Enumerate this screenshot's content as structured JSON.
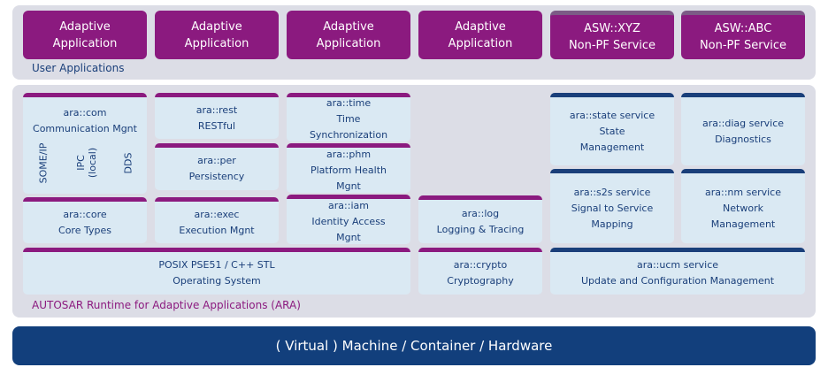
{
  "colors": {
    "purple": "#8b1a7f",
    "purple_tint": "#7c5b86",
    "navy": "#1a3f7a",
    "panel_bg": "#dcdde6",
    "box_bg": "#dae9f3",
    "machine_bg": "#123f7c"
  },
  "user_apps": {
    "label": "User Applications",
    "apps": [
      {
        "line1": "Adaptive",
        "line2": "Application"
      },
      {
        "line1": "Adaptive",
        "line2": "Application"
      },
      {
        "line1": "Adaptive",
        "line2": "Application"
      },
      {
        "line1": "Adaptive",
        "line2": "Application"
      },
      {
        "line1": "ASW::XYZ",
        "line2": "Non-PF Service"
      },
      {
        "line1": "ASW::ABC",
        "line2": "Non-PF Service"
      }
    ]
  },
  "ara": {
    "label": "AUTOSAR Runtime for Adaptive Applications (ARA)",
    "com": {
      "line1": "ara::com",
      "line2": "Communication Mgnt",
      "subs": [
        {
          "line1": "SOME/IP",
          "line2": ""
        },
        {
          "line1": "IPC",
          "line2": "(local)"
        },
        {
          "line1": "DDS",
          "line2": ""
        }
      ]
    },
    "core": {
      "line1": "ara::core",
      "line2": "Core Types"
    },
    "rest": {
      "line1": "ara::rest",
      "line2": "RESTful"
    },
    "per": {
      "line1": "ara::per",
      "line2": "Persistency"
    },
    "exec": {
      "line1": "ara::exec",
      "line2": "Execution Mgnt"
    },
    "time": {
      "line1": "ara::time",
      "line2": "Time",
      "line3": "Synchronization"
    },
    "phm": {
      "line1": "ara::phm",
      "line2": "Platform Health",
      "line3": "Mgnt"
    },
    "iam": {
      "line1": "ara::iam",
      "line2": "Identity Access",
      "line3": "Mgnt"
    },
    "log": {
      "line1": "ara::log",
      "line2": "Logging & Tracing"
    },
    "posix": {
      "line1": "POSIX PSE51 / C++ STL",
      "line2": "Operating System"
    },
    "crypto": {
      "line1": "ara::crypto",
      "line2": "Cryptography"
    },
    "state": {
      "line1": "ara::state service",
      "line2": "State",
      "line3": "Management"
    },
    "diag": {
      "line1": "ara::diag service",
      "line2": "Diagnostics"
    },
    "s2s": {
      "line1": "ara::s2s service",
      "line2": "Signal to Service",
      "line3": "Mapping"
    },
    "nm": {
      "line1": "ara::nm service",
      "line2": "Network",
      "line3": "Management"
    },
    "ucm": {
      "line1": "ara::ucm service",
      "line2": "Update and Configuration Management"
    }
  },
  "machine": {
    "label": "( Virtual ) Machine / Container / Hardware"
  }
}
